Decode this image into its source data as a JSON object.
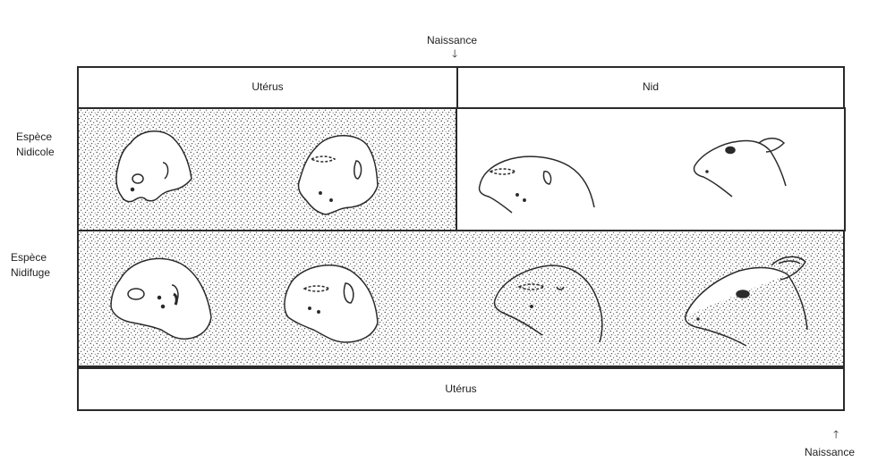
{
  "top_marker": {
    "label": "Naissance",
    "arrow": "down"
  },
  "bottom_marker": {
    "label": "Naissance",
    "arrow": "up"
  },
  "header": {
    "left": "Utérus",
    "right": "Nid"
  },
  "rows": {
    "nidicole": {
      "line1": "Espèce",
      "line2": "Nidicole"
    },
    "nidifuge": {
      "line1": "Espèce",
      "line2": "Nidifuge"
    }
  },
  "footer": {
    "label": "Utérus"
  },
  "colors": {
    "line": "#2a2a2a",
    "stipple_dot": "#3a3a3a"
  }
}
